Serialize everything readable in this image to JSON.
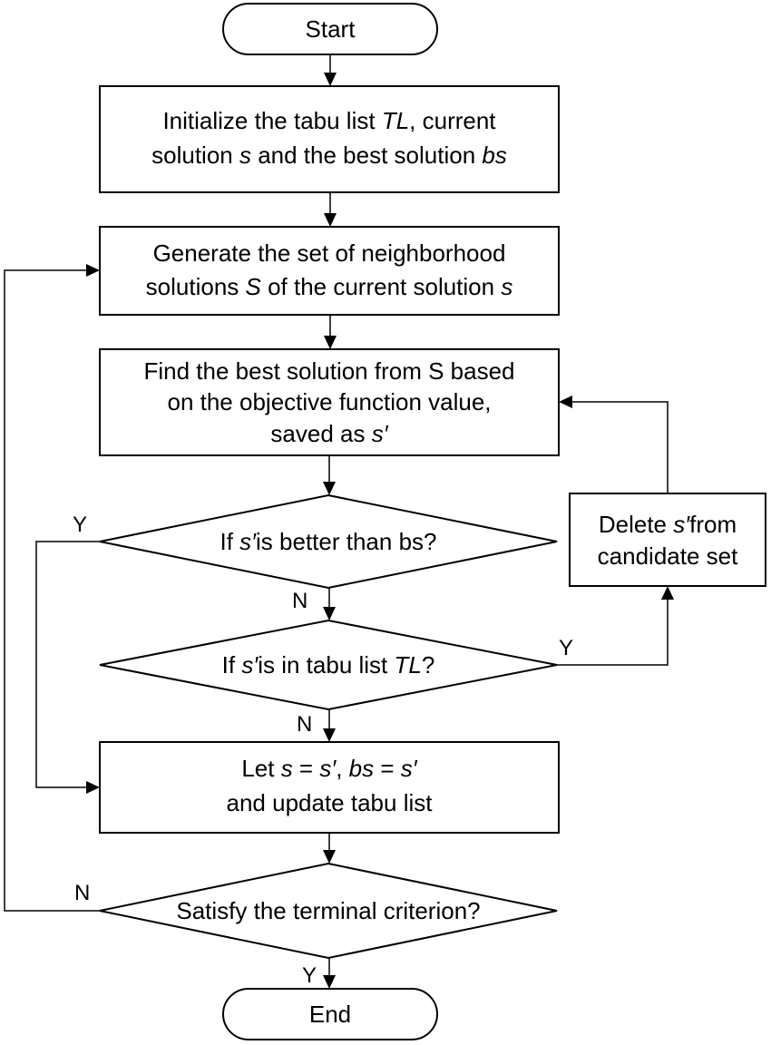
{
  "nodes": {
    "start": "Start",
    "init": {
      "line1": {
        "a": "Initialize the tabu list ",
        "b": "TL",
        "c": ", current"
      },
      "line2": {
        "a": "solution ",
        "b": "s",
        "c": " and the best solution ",
        "d": "bs"
      }
    },
    "generate": {
      "line1": "Generate the set of neighborhood",
      "line2": {
        "a": "solutions ",
        "b": "S",
        "c": " of the current  solution ",
        "d": "s"
      }
    },
    "find": {
      "line1": "Find the best solution from S based",
      "line2": "on the objective function value,",
      "line3": {
        "a": "saved as ",
        "b": "s′"
      }
    },
    "better": {
      "a": "If ",
      "b": "s′",
      "c": "is better than bs?"
    },
    "tabu": {
      "a": "If ",
      "b": "s′",
      "c": "is in tabu list ",
      "d": "TL",
      "e": "?"
    },
    "delete": {
      "line1": {
        "a": "Delete ",
        "b": "s′",
        "c": "from"
      },
      "line2": "candidate set"
    },
    "update": {
      "line1": {
        "a": "Let ",
        "b": "s",
        "c": " = ",
        "d": "s′",
        "e": ", ",
        "f": "bs",
        "g": " = ",
        "h": "s′"
      },
      "line2": "and update tabu list"
    },
    "terminal": "Satisfy the terminal criterion?",
    "end": "End"
  },
  "edge_labels": {
    "better_yes": "Y",
    "better_no": "N",
    "tabu_yes": "Y",
    "tabu_no": "N",
    "terminal_no": "N",
    "terminal_yes": "Y"
  }
}
